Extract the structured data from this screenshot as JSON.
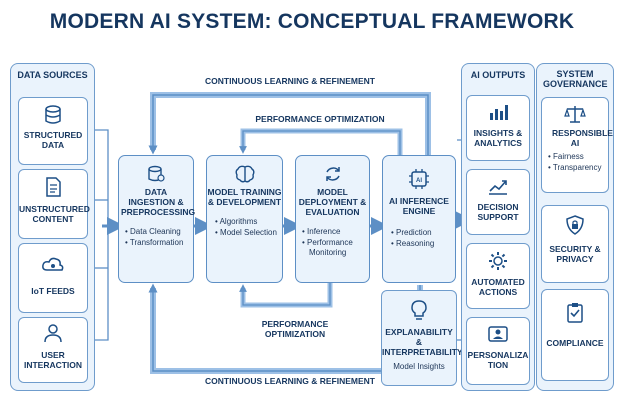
{
  "title": "MODERN AI SYSTEM: CONCEPTUAL FRAMEWORK",
  "data_sources": {
    "title": "DATA SOURCES",
    "items": [
      "STRUCTURED DATA",
      "UNSTRUCTURED CONTENT",
      "IoT FEEDS",
      "USER INTERACTION"
    ]
  },
  "pipeline": [
    {
      "label": "DATA INGESTION & PREPROCESSING",
      "bullets": [
        "Data Cleaning",
        "Transformation"
      ]
    },
    {
      "label": "MODEL TRAINING & DEVELOPMENT",
      "bullets": [
        "Algorithms",
        "Model Selection"
      ]
    },
    {
      "label": "MODEL DEPLOYMENT & EVALUATION",
      "bullets": [
        "Inference",
        "Performance Monitoring"
      ]
    },
    {
      "label": "AI INFERENCE ENGINE",
      "bullets": [
        "Prediction",
        "Reasoning"
      ]
    }
  ],
  "explainability": {
    "label": "EXPLANABILITY & INTERPRETABILITY",
    "sub": "Model Insights"
  },
  "loops": {
    "top_outer": "CONTINUOUS LEARNING & REFINEMENT",
    "top_inner": "PERFORMANCE OPTIMIZATION",
    "bottom_inner": "PERFORMANCE OPTIMIZATION",
    "bottom_outer": "CONTINUOUS LEARNING & REFINEMENT"
  },
  "ai_outputs": {
    "title": "AI OUTPUTS",
    "items": [
      "INSIGHTS & ANALYTICS",
      "DECISION SUPPORT",
      "AUTOMATED ACTIONS",
      "PERSONALIZA TION"
    ]
  },
  "governance": {
    "title": "SYSTEM GOVERNANCE",
    "items": [
      {
        "label": "RESPONSIBLE AI",
        "bullets": [
          "Fairness",
          "Transparency"
        ]
      },
      {
        "label": "SECURITY & PRIVACY"
      },
      {
        "label": "COMPLIANCE"
      }
    ]
  }
}
